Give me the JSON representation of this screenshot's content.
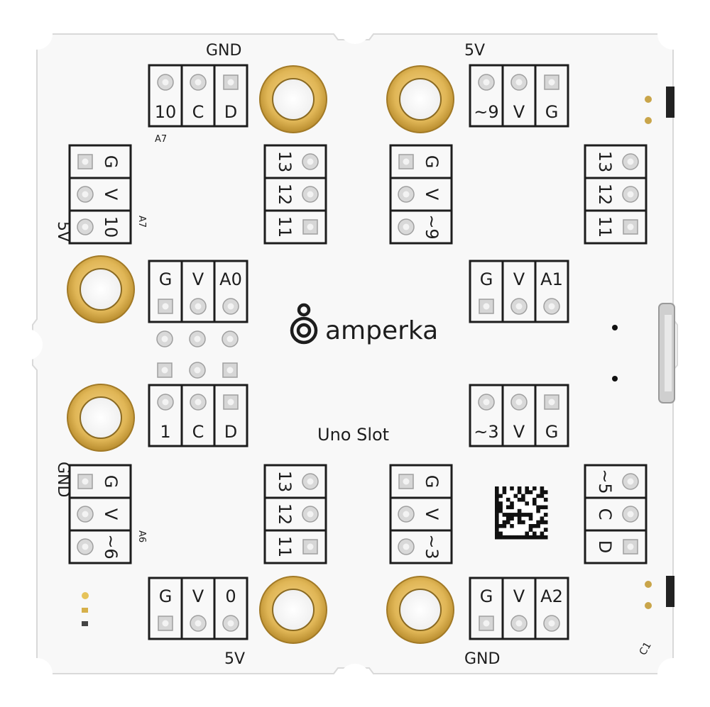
{
  "board": {
    "brand": "amperka",
    "name": "Uno Slot",
    "silkscreen_color": "#1d1d1d",
    "pcb_color": "#f7f7f7",
    "pad_color": "#d8a740",
    "edge_labels": {
      "top_left": "GND",
      "top_right": "5V",
      "left_top": "5V",
      "left_bottom": "GND",
      "bottom_left": "5V",
      "bottom_right": "GND",
      "c1": "C1"
    },
    "small_labels": {
      "a7_top": "A7",
      "a7_left": "A7",
      "a6_left": "A6"
    },
    "headers": {
      "top_left_h": [
        "10",
        "C",
        "D"
      ],
      "top_right_h": [
        "~9",
        "V",
        "G"
      ],
      "mid_left_h": [
        "G",
        "V",
        "A0"
      ],
      "mid_right_h": [
        "G",
        "V",
        "A1"
      ],
      "low_left_h": [
        "1",
        "C",
        "D"
      ],
      "low_right_h": [
        "~3",
        "V",
        "G"
      ],
      "bottom_left_h": [
        "G",
        "V",
        "0"
      ],
      "bottom_right_h": [
        "G",
        "V",
        "A2"
      ],
      "left_upper_v": [
        "G",
        "V",
        "10"
      ],
      "left_lower_v": [
        "G",
        "V",
        "~6"
      ],
      "center_upper_v": [
        "G",
        "V",
        "~9"
      ],
      "center_lower_v": [
        "G",
        "V",
        "~3"
      ],
      "spi_upper_left": [
        "13",
        "12",
        "11"
      ],
      "spi_upper_right": [
        "13",
        "12",
        "11"
      ],
      "spi_lower_left": [
        "13",
        "12",
        "11"
      ],
      "right_lower_v": [
        "~5",
        "C",
        "D"
      ]
    }
  }
}
